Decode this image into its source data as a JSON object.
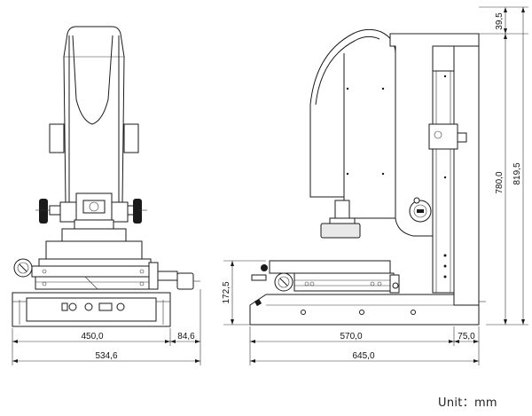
{
  "front_view": {
    "dimensions": {
      "table_width": "450,0",
      "knob_offset": "84,6",
      "overall_width": "534,6"
    }
  },
  "side_view": {
    "dimensions": {
      "base_depth": "570,0",
      "rear_offset": "75,0",
      "overall_depth": "645,0",
      "table_height": "172,5",
      "column_height": "780,0",
      "overall_height": "819,5",
      "top_offset": "39,5"
    }
  },
  "unit_label": "Unit：mm"
}
